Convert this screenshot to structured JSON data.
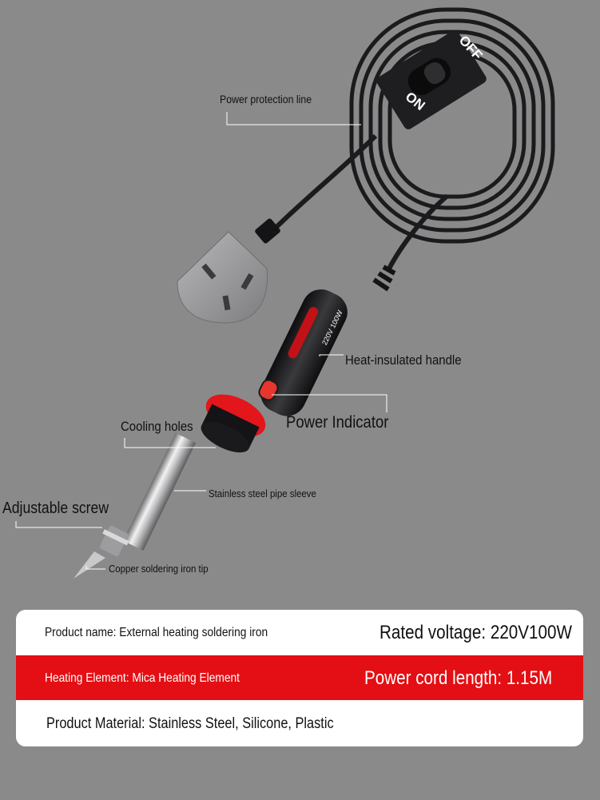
{
  "switch": {
    "on_label": "ON",
    "off_label": "OFF"
  },
  "handle_print": "220V 100W",
  "callouts": {
    "power_line": "Power protection line",
    "handle": "Heat-insulated handle",
    "indicator": "Power Indicator",
    "cooling": "Cooling holes",
    "sleeve": "Stainless steel pipe sleeve",
    "screw": "Adjustable screw",
    "tip": "Copper soldering iron tip"
  },
  "specs": {
    "product_name": "Product name: External heating soldering iron",
    "rated_voltage": "Rated voltage: 220V100W",
    "heating_element": "Heating Element: Mica Heating Element",
    "cord_length": "Power cord length: 1.15M",
    "material": "Product Material: Stainless Steel, Silicone, Plastic"
  },
  "colors": {
    "background": "#8a8a8b",
    "accent_red": "#e30f14",
    "cable_black": "#1b1b1d",
    "card_white": "#ffffff"
  }
}
